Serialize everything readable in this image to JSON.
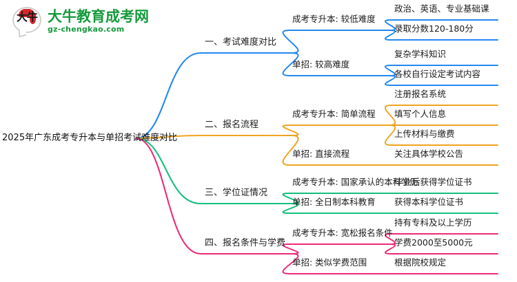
{
  "logo": {
    "mark_text": "大牛",
    "title": "大牛教育成考网",
    "subtitle": "gz-chengkao.com",
    "brand_color": "#159a3c",
    "mark_color": "#d9262c"
  },
  "mindmap": {
    "root": "2025年广东成考专升本与单招考试难度对比",
    "branches": [
      {
        "label": "一、考试难度对比",
        "color": "#2288F0",
        "children": [
          {
            "label": "成考专升本: 较低难度",
            "leaves": [
              "政治、英语、专业基础课",
              "录取分数120-180分"
            ]
          },
          {
            "label": "单招: 较高难度",
            "leaves": [
              "复杂学科知识",
              "各校自行设定考试内容"
            ]
          }
        ]
      },
      {
        "label": "二、报名流程",
        "color": "#F0A31E",
        "children": [
          {
            "label": "成考专升本: 简单流程",
            "leaves": [
              "注册报名系统",
              "填写个人信息",
              "上传材料与缴费"
            ]
          },
          {
            "label": "单招: 直接流程",
            "leaves": [
              "关注具体学校公告"
            ]
          }
        ]
      },
      {
        "label": "三、学位证情况",
        "color": "#12C07C",
        "children": [
          {
            "label": "成考专升本: 国家承认的本科学历",
            "leaves": [
              "毕业后获得学位证书"
            ]
          },
          {
            "label": "单招: 全日制本科教育",
            "leaves": [
              "获得本科学位证书"
            ]
          }
        ]
      },
      {
        "label": "四、报名条件与学费",
        "color": "#EC2A7B",
        "children": [
          {
            "label": "成考专升本: 宽松报名条件",
            "leaves": [
              "持有专科及以上学历",
              "学费2000至5000元"
            ]
          },
          {
            "label": "单招: 类似学费范围",
            "leaves": [
              "根据院校规定"
            ]
          }
        ]
      }
    ]
  }
}
